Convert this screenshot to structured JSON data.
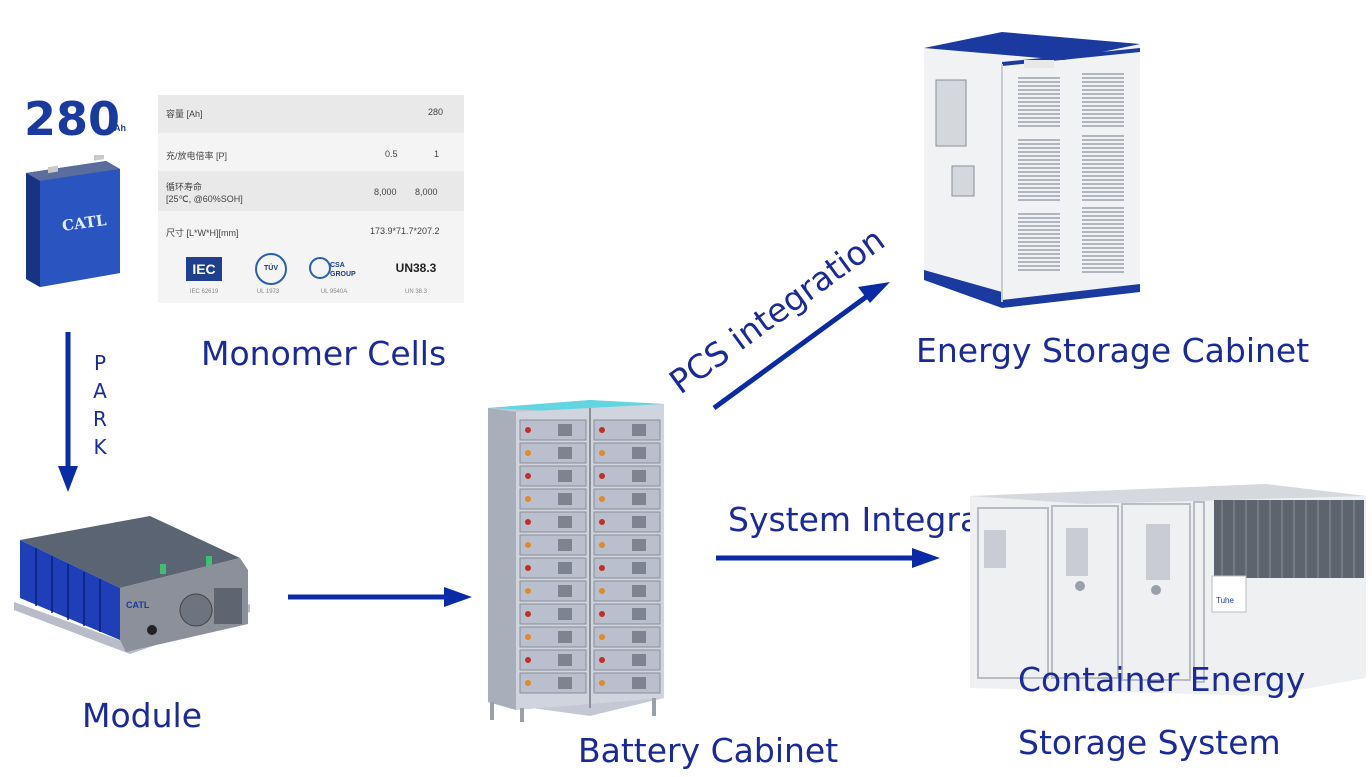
{
  "cell": {
    "capacity_number": "280",
    "capacity_unit": "Ah",
    "brand": "CATL"
  },
  "spec_table": {
    "rows": [
      {
        "key": "容量 [Ah]",
        "values": [
          "280"
        ]
      },
      {
        "key": "充/放电倍率 [P]",
        "values": [
          "0.5",
          "1"
        ]
      },
      {
        "key": "循环寿命\n[25℃, @60%SOH]",
        "values": [
          "8,000",
          "8,000"
        ]
      },
      {
        "key": "尺寸 [L*W*H][mm]",
        "values": [
          "173.9*71.7*207.2"
        ]
      }
    ],
    "certs": [
      {
        "logo": "IEC",
        "caption": "IEC 62619"
      },
      {
        "logo": "TÜV",
        "caption": "UL 1973"
      },
      {
        "logo": "CSA GROUP",
        "caption": "UL 9540A"
      },
      {
        "logo": "UN38.3",
        "caption": "UN 38.3"
      }
    ]
  },
  "labels": {
    "monomer_cells": "Monomer Cells",
    "park_letters": [
      "P",
      "A",
      "R",
      "K"
    ],
    "module": "Module",
    "battery_cabinet": "Battery Cabinet",
    "pcs_integration": "PCS integration",
    "energy_storage_cabinet": "Energy Storage Cabinet",
    "system_integration": "System Integration",
    "container_line1": "Container Energy",
    "container_line2": "Storage System"
  },
  "module_brand": "CATL",
  "container_badge": "Tuhe",
  "colors": {
    "label_blue": "#1a2a9a",
    "arrow_blue": "#0a2aa6"
  }
}
